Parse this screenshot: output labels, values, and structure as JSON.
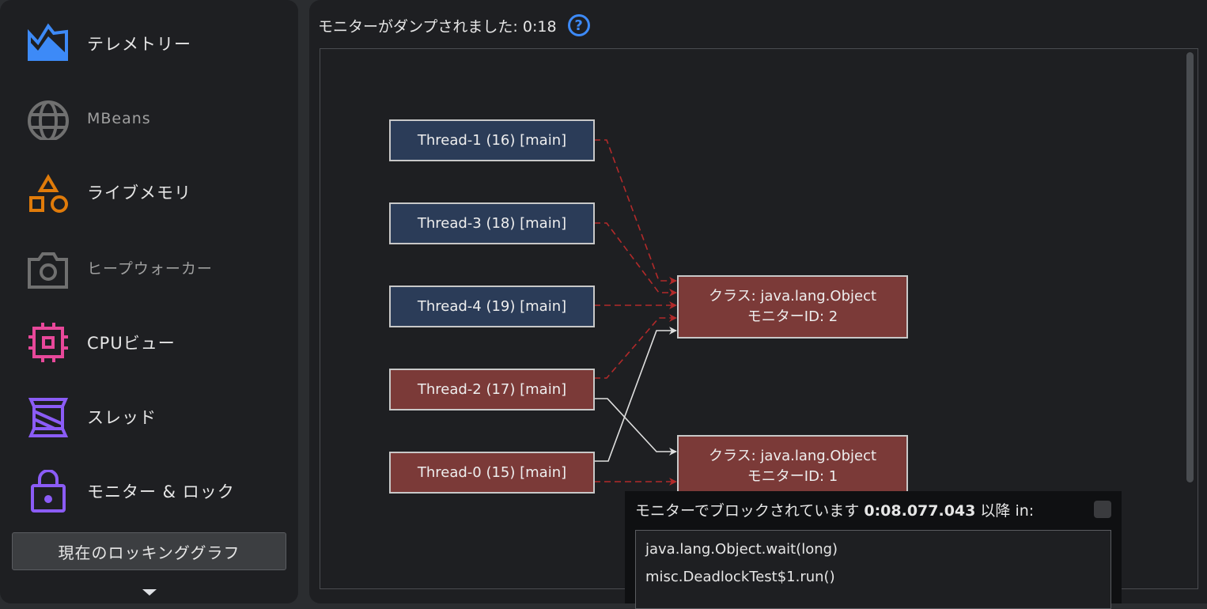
{
  "sidebar": {
    "items": [
      {
        "label": "テレメトリー",
        "icon": "telemetry-icon",
        "color": "#3d8af7"
      },
      {
        "label": "MBeans",
        "icon": "globe-icon",
        "color": "#707070"
      },
      {
        "label": "ライブメモリ",
        "icon": "shapes-icon",
        "color": "#e07b0a"
      },
      {
        "label": "ヒープウォーカー",
        "icon": "camera-icon",
        "color": "#707070"
      },
      {
        "label": "CPUビュー",
        "icon": "cpu-icon",
        "color": "#e8489a"
      },
      {
        "label": "スレッド",
        "icon": "spool-icon",
        "color": "#8b5cf6"
      },
      {
        "label": "モニター & ロック",
        "icon": "lock-icon",
        "color": "#8b5cf6"
      }
    ],
    "lock_graph_button": "現在のロッキンググラフ"
  },
  "header": {
    "title": "モニターがダンプされました: 0:18"
  },
  "graph": {
    "threads": [
      {
        "id": "t1",
        "label": "Thread-1 (16) [main]",
        "state": "waiting"
      },
      {
        "id": "t3",
        "label": "Thread-3 (18) [main]",
        "state": "waiting"
      },
      {
        "id": "t4",
        "label": "Thread-4 (19) [main]",
        "state": "waiting"
      },
      {
        "id": "t2",
        "label": "Thread-2 (17) [main]",
        "state": "deadlocked"
      },
      {
        "id": "t0",
        "label": "Thread-0 (15) [main]",
        "state": "deadlocked"
      }
    ],
    "monitors": [
      {
        "id": "m2",
        "class_line": "クラス: java.lang.Object",
        "id_line": "モニターID: 2"
      },
      {
        "id": "m1",
        "class_line": "クラス: java.lang.Object",
        "id_line": "モニターID: 1"
      }
    ],
    "edges": [
      {
        "from": "t1",
        "to": "m2",
        "type": "waiting"
      },
      {
        "from": "t3",
        "to": "m2",
        "type": "waiting"
      },
      {
        "from": "t4",
        "to": "m2",
        "type": "waiting"
      },
      {
        "from": "t2",
        "to": "m2",
        "type": "waiting"
      },
      {
        "from": "t0",
        "to": "m2",
        "type": "owns"
      },
      {
        "from": "t2",
        "to": "m1",
        "type": "owns"
      },
      {
        "from": "t0",
        "to": "m1",
        "type": "waiting"
      }
    ],
    "colors": {
      "waiting_edge": "#b22a2a",
      "owns_edge": "#e0e0e0"
    }
  },
  "popup": {
    "prefix": "モニターでブロックされています",
    "time": "0:08.077.043",
    "suffix": "以降 in:",
    "stack": [
      "java.lang.Object.wait(long)",
      "misc.DeadlockTest$1.run()"
    ]
  }
}
